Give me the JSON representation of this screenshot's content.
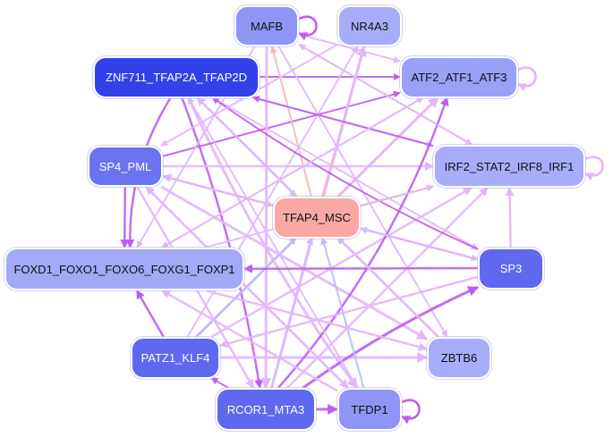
{
  "nodes": {
    "mafb": {
      "label": "MAFB",
      "color": "#8f95f4",
      "text_color": "#111111"
    },
    "nr4a3": {
      "label": "NR4A3",
      "color": "#a7adf8",
      "text_color": "#111111"
    },
    "znf711": {
      "label": "ZNF711_TFAP2A_TFAP2D",
      "color": "#3242e8",
      "text_color": "#ffffff"
    },
    "atf2": {
      "label": "ATF2_ATF1_ATF3",
      "color": "#9aa0f6",
      "text_color": "#111111"
    },
    "sp4": {
      "label": "SP4_PML",
      "color": "#6a74f0",
      "text_color": "#ffffff"
    },
    "irf2": {
      "label": "IRF2_STAT2_IRF8_IRF1",
      "color": "#a7adf8",
      "text_color": "#111111"
    },
    "tfap4": {
      "label": "TFAP4_MSC",
      "color": "#f9a8a3",
      "text_color": "#111111"
    },
    "foxd1": {
      "label": "FOXD1_FOXO1_FOXO6_FOXG1_FOXP1",
      "color": "#a3a9f7",
      "text_color": "#111111"
    },
    "sp3": {
      "label": "SP3",
      "color": "#5e69ef",
      "text_color": "#ffffff"
    },
    "patz1": {
      "label": "PATZ1_KLF4",
      "color": "#5e69ef",
      "text_color": "#ffffff"
    },
    "zbtb6": {
      "label": "ZBTB6",
      "color": "#a7adf8",
      "text_color": "#111111"
    },
    "rcor1": {
      "label": "RCOR1_MTA3",
      "color": "#5e69ef",
      "text_color": "#ffffff"
    },
    "tfdp1": {
      "label": "TFDP1",
      "color": "#8f95f4",
      "text_color": "#111111"
    }
  },
  "edge_colors": {
    "light_purple": "#e2b6f8",
    "purple": "#c05cf2",
    "blue": "#b4bdf6",
    "salmon": "#f7b7b2"
  }
}
